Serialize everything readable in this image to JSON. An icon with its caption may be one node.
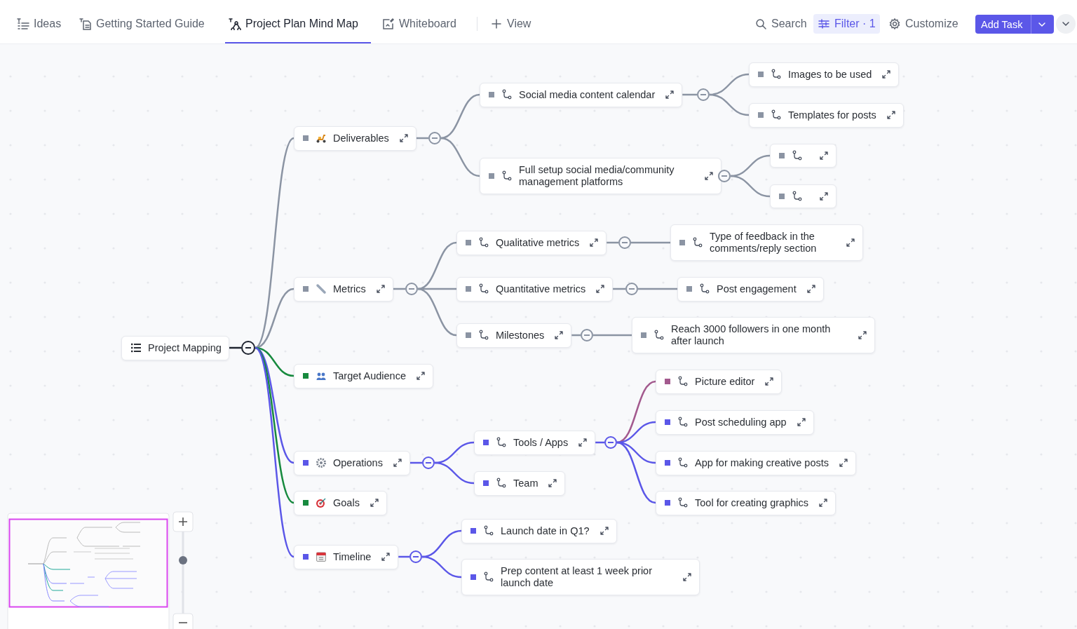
{
  "diagram": {
    "nodes": [
      {
        "text": [
          "Project Mapping"
        ]
      },
      {
        "text": [
          "Deliverables"
        ]
      },
      {
        "text": [
          "Metrics"
        ]
      },
      {
        "text": [
          "Target Audience"
        ]
      },
      {
        "text": [
          "Operations"
        ]
      },
      {
        "text": [
          "Goals"
        ]
      },
      {
        "text": [
          "Timeline"
        ]
      },
      {
        "text": [
          "Social media content calendar"
        ]
      },
      {
        "text": [
          "Full setup social media/community management platforms"
        ]
      },
      {
        "text": [
          "Qualitative metrics"
        ]
      },
      {
        "text": [
          "Quantitative metrics"
        ]
      },
      {
        "text": [
          "Milestones"
        ]
      },
      {
        "text": [
          "Tools / Apps"
        ]
      },
      {
        "text": [
          "Team"
        ]
      },
      {
        "text": [
          "Launch date in Q1?"
        ]
      },
      {
        "text": [
          "Prep content at least 1 week prior launch date"
        ]
      },
      {
        "text": [
          "Images to be used"
        ]
      },
      {
        "text": [
          "Templates for posts"
        ]
      },
      {
        "text": [],
        "shape": "box"
      },
      {
        "text": [],
        "shape": "box"
      },
      {
        "text": [
          "Type of feedback in the comments/reply section"
        ]
      },
      {
        "text": [
          "Post engagement"
        ]
      },
      {
        "text": [
          "Reach 3000 followers in one month after launch"
        ]
      },
      {
        "text": [
          "Picture editor"
        ]
      },
      {
        "text": [
          "Post scheduling app"
        ]
      },
      {
        "text": [
          "App for making creative posts"
        ]
      },
      {
        "text": [
          "Tool for creating graphics"
        ]
      },
      {
        "text": [],
        "shape": "circle"
      },
      {
        "text": [],
        "shape": "circle"
      },
      {
        "text": [],
        "shape": "circle"
      },
      {
        "text": [],
        "shape": "circle"
      },
      {
        "text": [],
        "shape": "circle"
      },
      {
        "text": [],
        "shape": "circle"
      },
      {
        "text": [],
        "shape": "circle"
      },
      {
        "text": [],
        "shape": "circle"
      },
      {
        "text": [],
        "shape": "circle"
      },
      {
        "text": [],
        "shape": "circle"
      },
      {
        "text": [],
        "shape": "circle"
      }
    ],
    "edges": [
      {
        "from": 0,
        "to": 27,
        "arrow": "none",
        "color": "#1f2430"
      },
      {
        "from": 27,
        "to": 1,
        "arrow": "none"
      },
      {
        "from": 27,
        "to": 2,
        "arrow": "none"
      },
      {
        "from": 27,
        "to": 3,
        "arrow": "none",
        "color": "#178a3e"
      },
      {
        "from": 27,
        "to": 4,
        "arrow": "none",
        "color": "#5b57e8"
      },
      {
        "from": 27,
        "to": 5,
        "arrow": "none",
        "color": "#178a3e"
      },
      {
        "from": 27,
        "to": 6,
        "arrow": "none",
        "color": "#5b57e8"
      },
      {
        "from": 1,
        "to": 28,
        "arrow": "none"
      },
      {
        "from": 28,
        "to": 7,
        "arrow": "none"
      },
      {
        "from": 28,
        "to": 8,
        "arrow": "none"
      },
      {
        "from": 7,
        "to": 32,
        "arrow": "none"
      },
      {
        "from": 32,
        "to": 16,
        "arrow": "none"
      },
      {
        "from": 32,
        "to": 17,
        "arrow": "none"
      },
      {
        "from": 8,
        "to": 33,
        "arrow": "none"
      },
      {
        "from": 33,
        "to": 18,
        "arrow": "none"
      },
      {
        "from": 33,
        "to": 19,
        "arrow": "none"
      },
      {
        "from": 2,
        "to": 29,
        "arrow": "none"
      },
      {
        "from": 29,
        "to": 9,
        "arrow": "none"
      },
      {
        "from": 29,
        "to": 10,
        "arrow": "none"
      },
      {
        "from": 29,
        "to": 11,
        "arrow": "none"
      },
      {
        "from": 9,
        "to": 34,
        "arrow": "none"
      },
      {
        "from": 34,
        "to": 20,
        "arrow": "none"
      },
      {
        "from": 10,
        "to": 35,
        "arrow": "none"
      },
      {
        "from": 35,
        "to": 21,
        "arrow": "none"
      },
      {
        "from": 11,
        "to": 36,
        "arrow": "none"
      },
      {
        "from": 36,
        "to": 22,
        "arrow": "none"
      },
      {
        "from": 4,
        "to": 30,
        "arrow": "none",
        "color": "#5b57e8"
      },
      {
        "from": 30,
        "to": 12,
        "arrow": "none",
        "color": "#5b57e8"
      },
      {
        "from": 30,
        "to": 13,
        "arrow": "none",
        "color": "#5b57e8"
      },
      {
        "from": 12,
        "to": 37,
        "arrow": "none",
        "color": "#5b57e8"
      },
      {
        "from": 37,
        "to": 23,
        "arrow": "none",
        "color": "#a35a8e"
      },
      {
        "from": 37,
        "to": 24,
        "arrow": "none",
        "color": "#5b57e8"
      },
      {
        "from": 37,
        "to": 25,
        "arrow": "none",
        "color": "#5b57e8"
      },
      {
        "from": 37,
        "to": 26,
        "arrow": "none",
        "color": "#5b57e8"
      },
      {
        "from": 6,
        "to": 31,
        "arrow": "none",
        "color": "#5b57e8"
      },
      {
        "from": 31,
        "to": 14,
        "arrow": "none",
        "color": "#5b57e8"
      },
      {
        "from": 31,
        "to": 15,
        "arrow": "none",
        "color": "#5b57e8"
      }
    ],
    "labels": [
      "Ideas",
      "Getting Started Guide",
      "Project Plan Mind Map",
      "Whiteboard",
      "View",
      "Search",
      "Filter · 1",
      "Customize",
      "Add Task"
    ]
  }
}
